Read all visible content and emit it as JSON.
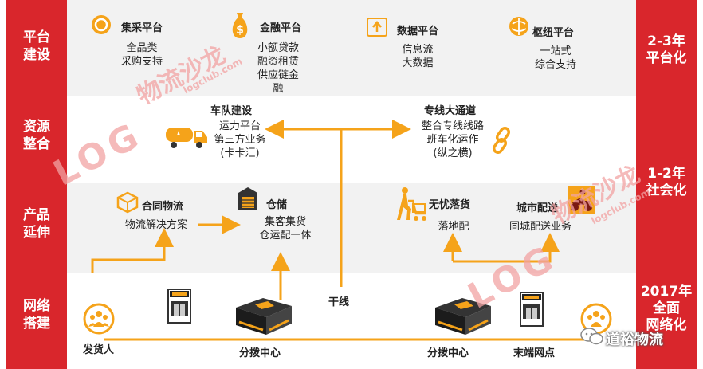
{
  "left_labels": [
    "平台\n建设",
    "资源\n整合",
    "产品\n延伸",
    "网络\n搭建"
  ],
  "right_labels": [
    "2-3年\n平台化",
    "1-2年\n社会化",
    "2017年\n全面\n网络化"
  ],
  "platform": {
    "procurement": {
      "title": "集采平台",
      "desc": "全品类\n采购支持"
    },
    "finance": {
      "title": "金融平台",
      "desc": "小额贷款\n融资租赁\n供应链金\n融"
    },
    "data": {
      "title": "数据平台",
      "desc": "信息流\n大数据"
    },
    "hub": {
      "title": "枢纽平台",
      "desc": "一站式\n综合支持"
    }
  },
  "resources": {
    "fleet": {
      "title": "车队建设",
      "desc": "运力平台\n第三方业务\n(卡卡汇)"
    },
    "line": {
      "title": "专线大通道",
      "desc": "整合专线线路\n班车化运作\n(纵之横)"
    }
  },
  "products": {
    "contract": {
      "title": "合同物流",
      "desc": "物流解决方案"
    },
    "storage": {
      "title": "仓储",
      "desc": "集客集货\n仓运配一体"
    },
    "worry_free": {
      "title": "无忧落货",
      "desc": "落地配"
    },
    "city": {
      "title": "城市配送",
      "desc": "同城配送业务"
    }
  },
  "network": {
    "shipper": "发货人",
    "hub1": "分拨中心",
    "hub2": "分拨中心",
    "trunk": "干线",
    "terminal": "末端网点"
  },
  "watermarks": {
    "brand_cn": "物流沙龙",
    "brand_url": "logclub.com",
    "logo": "LOG",
    "wechat": "道裕物流"
  },
  "colors": {
    "red": "#d9262c",
    "orange": "#f5a31a",
    "band": "#f2f2f2"
  }
}
